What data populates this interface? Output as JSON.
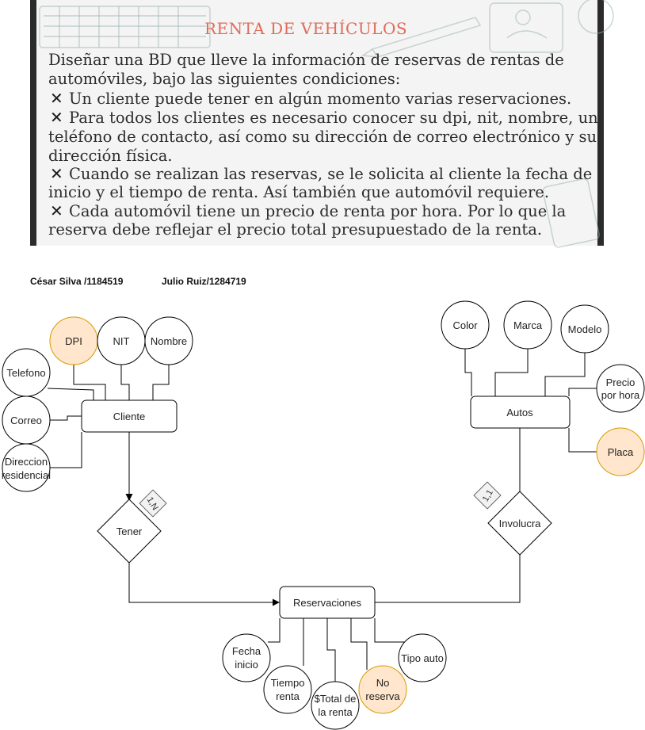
{
  "banner": {
    "title": "RENTA DE VEHÍCULOS",
    "intro_line1": "Diseñar una BD que lleve la información de reservas de rentas de",
    "intro_line2": "automóviles, bajo las siguientes condiciones:",
    "bullet_mark": "✕",
    "bullet1_line1": "Un cliente puede tener en algún momento varias reservaciones.",
    "bullet2_line1": "Para todos los clientes es necesario conocer su dpi, nit, nombre, un",
    "bullet2_line2": "teléfono de contacto, así como su dirección de correo electrónico y su",
    "bullet2_line3": "dirección física.",
    "bullet3_line1": "Cuando se realizan las reservas, se le solicita al cliente la fecha de",
    "bullet3_line2": "inicio y el tiempo de renta. Así también que automóvil requiere.",
    "bullet4_line1": "Cada automóvil tiene un precio de renta por hora.  Por lo que la",
    "bullet4_line2": "reserva debe reflejar el precio total presupuestado de la renta.",
    "background_color": "#f3f4f3",
    "frame_color": "#2b2b2b"
  },
  "authors": {
    "author1": "César Silva /1184519",
    "author2": "Julio Ruiz/1284719"
  },
  "colors": {
    "key_fill": "#ffe6cc",
    "key_stroke": "#d79b00",
    "line": "#000000"
  },
  "diagram": {
    "entities": {
      "cliente": "Cliente",
      "autos": "Autos",
      "reservaciones": "Reservaciones"
    },
    "relationships": {
      "tener": "Tener",
      "involucra": "Involucra"
    },
    "cardinalities": {
      "tener": "1,N",
      "involucra": "1,1"
    },
    "attributes": {
      "cliente_dpi": "DPI",
      "cliente_nit": "NIT",
      "cliente_nombre": "Nombre",
      "cliente_telefono": "Telefono",
      "cliente_correo": "Correo",
      "cliente_direccion_l1": "Direccion",
      "cliente_direccion_l2": "residencial",
      "autos_color": "Color",
      "autos_marca": "Marca",
      "autos_modelo": "Modelo",
      "autos_precio_l1": "Precio",
      "autos_precio_l2": "por hora",
      "autos_placa": "Placa",
      "res_fecha_l1": "Fecha",
      "res_fecha_l2": "inicio",
      "res_tiempo_l1": "Tiempo",
      "res_tiempo_l2": "renta",
      "res_total_l1": "$Total de",
      "res_total_l2": "la renta",
      "res_no_l1": "No",
      "res_no_l2": "reserva",
      "res_tipo": "Tipo auto"
    }
  }
}
